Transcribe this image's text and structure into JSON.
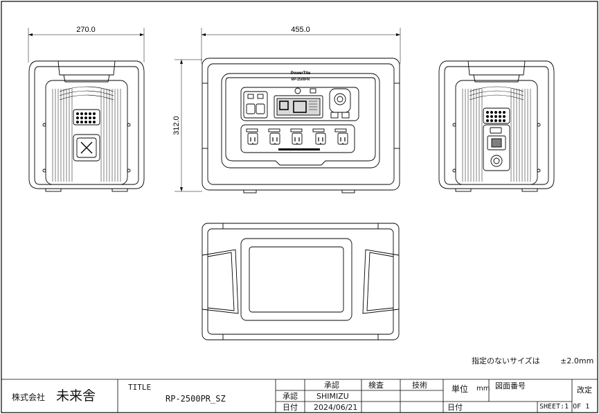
{
  "dimensions": {
    "side_width": "270.0",
    "front_width": "455.0",
    "height": "312.0"
  },
  "front_panel": {
    "brand": "PowerTite",
    "model": "RP-2500PR"
  },
  "note": {
    "text": "指定のないサイズは",
    "tolerance": "±2.0mm"
  },
  "title_block": {
    "company_prefix": "株式会社",
    "company_name": "未来舎",
    "title_label": "TITLE",
    "title_value": "RP-2500PR_SZ",
    "col_approve": "承認",
    "col_inspect": "検査",
    "col_tech": "技術",
    "row_approve": "承認",
    "row_date": "日付",
    "approver": "SHIMIZU",
    "date": "2024/06/21",
    "unit_label": "単位",
    "unit_value": "mm",
    "drawing_no_label": "図面番号",
    "revision_label": "改定",
    "date_label": "日付",
    "sheet": "SHEET:1 OF 1"
  }
}
